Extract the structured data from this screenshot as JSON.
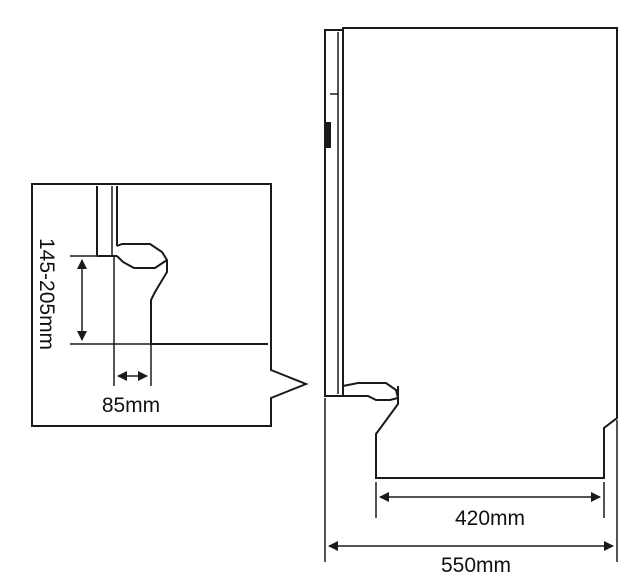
{
  "dimensions": {
    "plinth_height": "145-205mm",
    "plinth_setback": "85mm",
    "foot_depth": "420mm",
    "total_depth": "550mm"
  },
  "colors": {
    "line": "#1a1a1a",
    "background": "#ffffff"
  }
}
